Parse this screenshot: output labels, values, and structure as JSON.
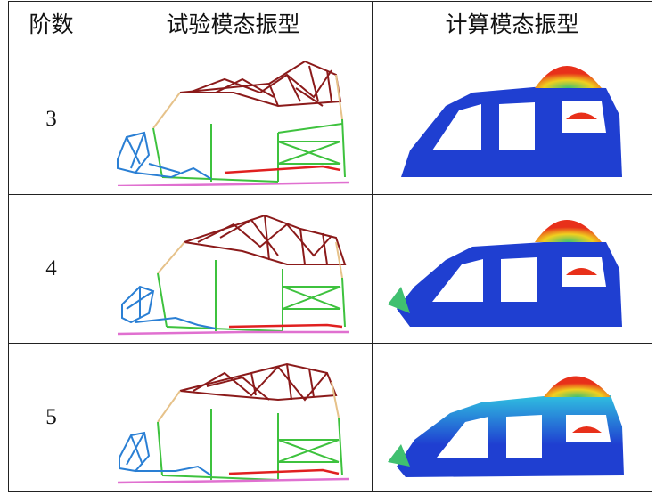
{
  "table": {
    "headers": [
      "阶数",
      "试验模态振型",
      "计算模态振型"
    ],
    "rows": [
      {
        "order": "3",
        "test_image": "test-mode-3-wireframe",
        "calc_image": "calc-mode-3-contour"
      },
      {
        "order": "4",
        "test_image": "test-mode-4-wireframe",
        "calc_image": "calc-mode-4-contour"
      },
      {
        "order": "5",
        "test_image": "test-mode-5-wireframe",
        "calc_image": "calc-mode-5-contour"
      }
    ]
  },
  "colors": {
    "roof_frame": "#8b1a1a",
    "side_frame": "#3ec23e",
    "front_frame": "#2a7fd4",
    "floor_red": "#e02020",
    "floor_pink": "#e070d0",
    "pillar_tan": "#e6c28a",
    "body_blue": "#1f3fd1",
    "hot_red": "#e8301a",
    "warm_yellow": "#f0d020",
    "mid_green": "#40c070",
    "cyan": "#30c0e0"
  }
}
